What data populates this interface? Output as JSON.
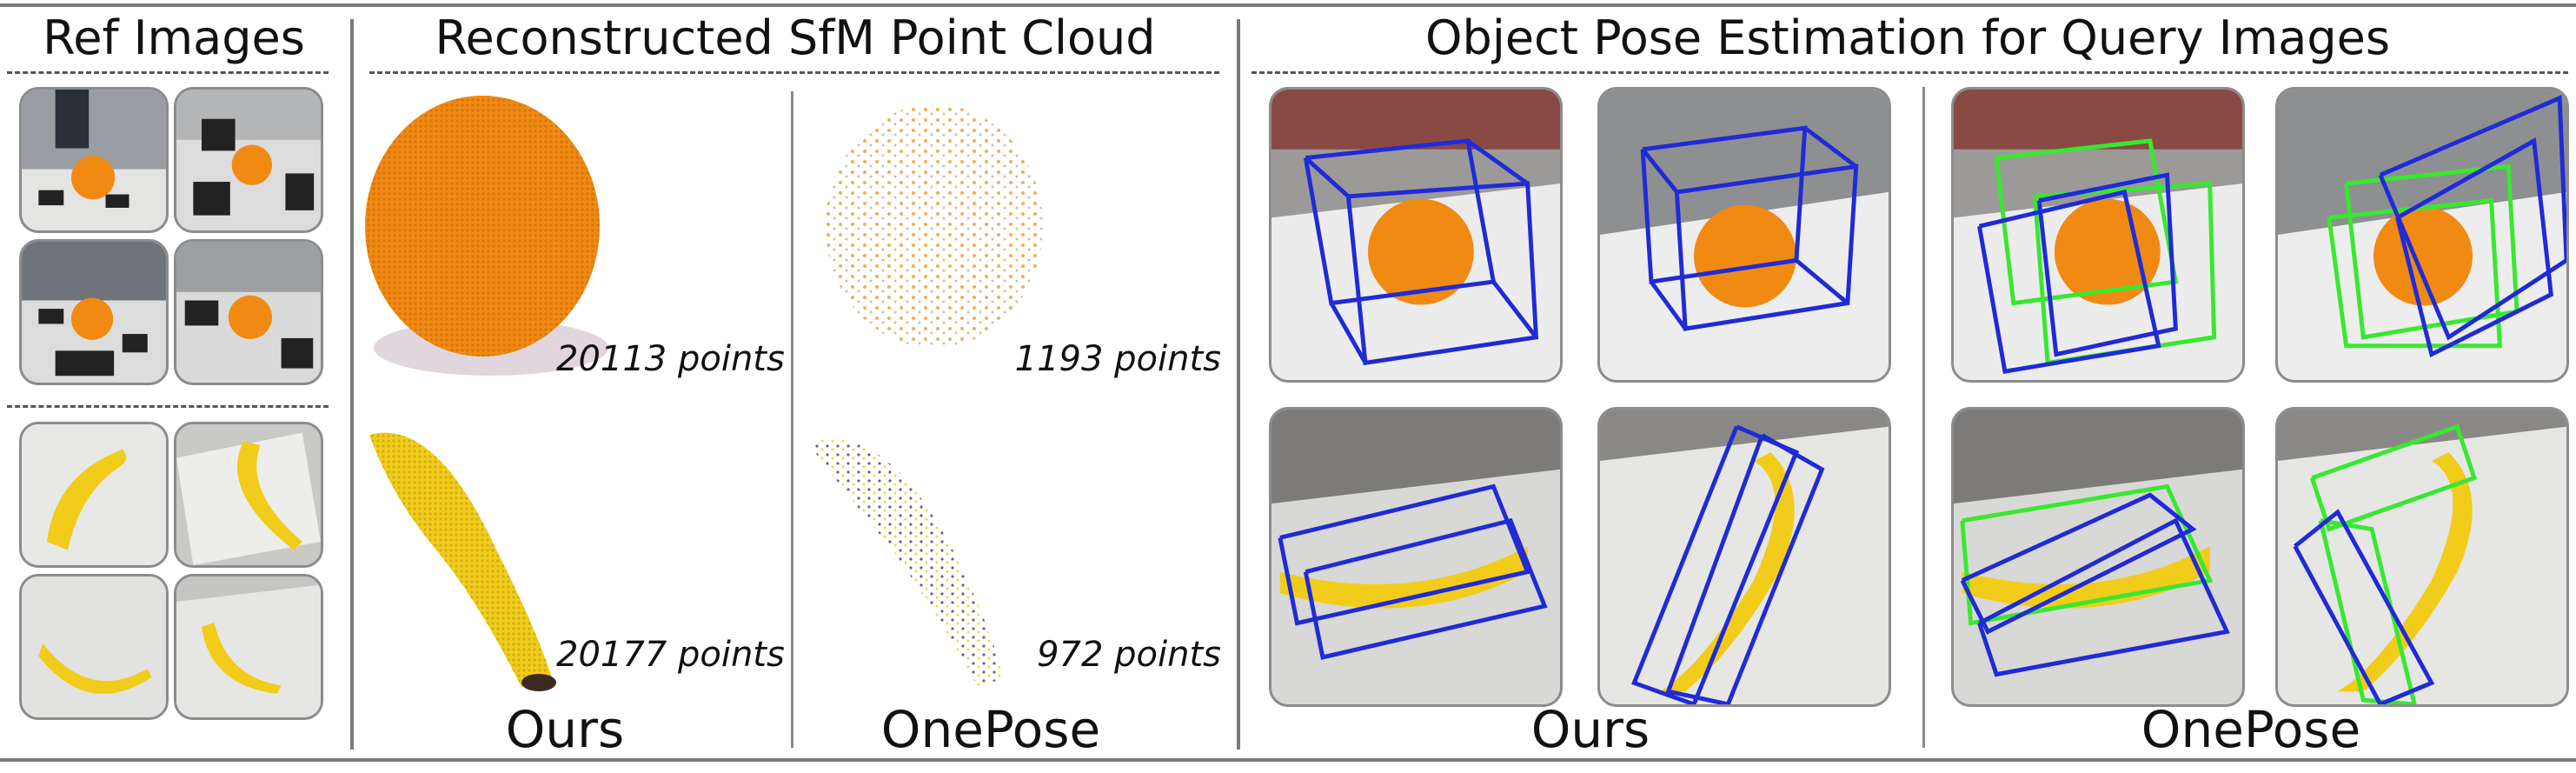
{
  "sections": {
    "ref_title": "Ref Images",
    "sfm_title": "Reconstructed SfM Point Cloud",
    "pose_title": "Object Pose Estimation for Query Images"
  },
  "sfm": {
    "ours_label": "Ours",
    "onepose_label": "OnePose",
    "orange_ours_count": "20113 points",
    "orange_onepose_count": "1193 points",
    "banana_ours_count": "20177 points",
    "banana_onepose_count": "972 points"
  },
  "pose": {
    "ours_label": "Ours",
    "onepose_label": "OnePose"
  },
  "colors": {
    "box_blue": "#1f2bd6",
    "box_green": "#38e830",
    "orange": "#f08a12",
    "banana": "#f2cc1a"
  }
}
